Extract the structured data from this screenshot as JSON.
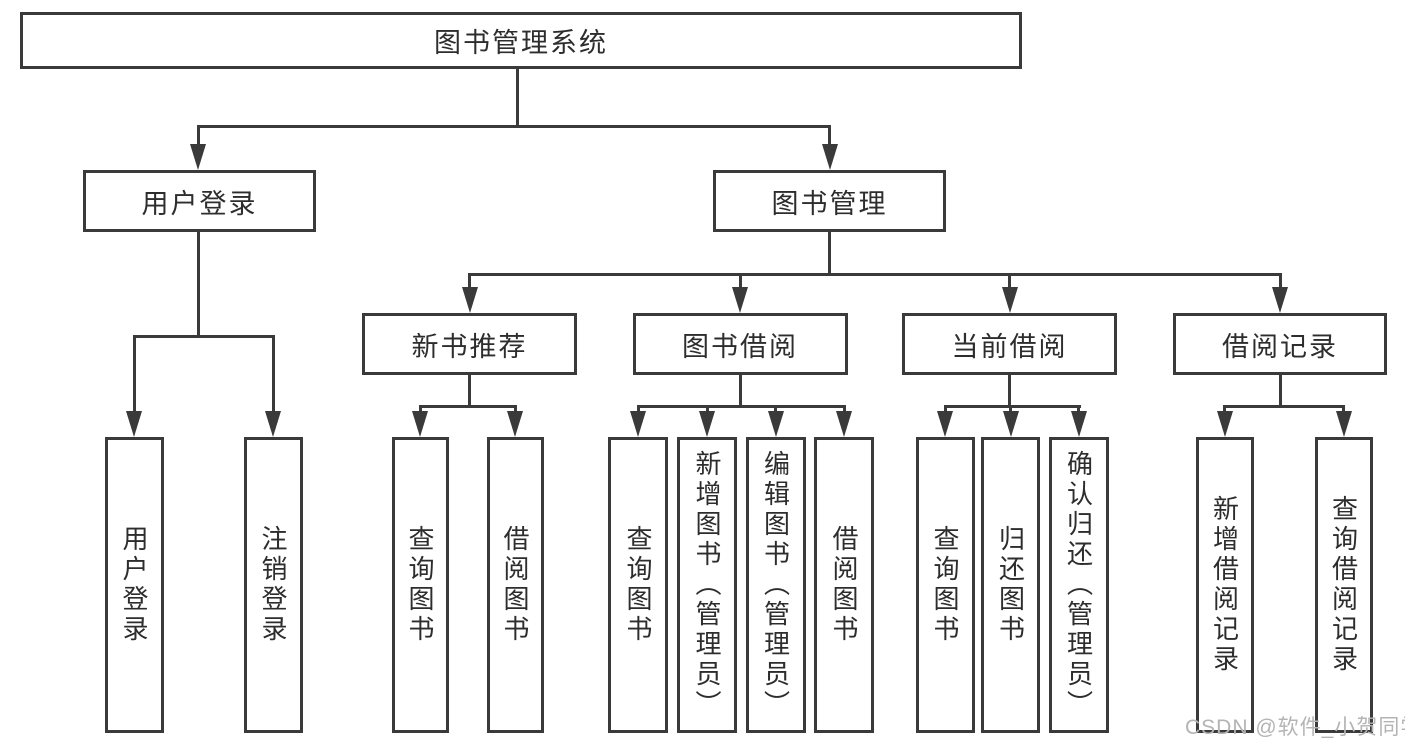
{
  "nodes": {
    "root": "图书管理系统",
    "user_login": "用户登录",
    "book_management": "图书管理",
    "new_book_recommend": "新书推荐",
    "book_borrow": "图书借阅",
    "current_borrow": "当前借阅",
    "borrow_record": "借阅记录",
    "leaf_user_login": "用户登录",
    "leaf_logout": "注销登录",
    "leaf_rec_query_book": "查询图书",
    "leaf_rec_borrow_book": "借阅图书",
    "leaf_bb_query_book": "查询图书",
    "leaf_bb_add_book": "新增图书（管理员）",
    "leaf_bb_edit_book": "编辑图书（管理员）",
    "leaf_bb_borrow_book": "借阅图书",
    "leaf_cb_query_book": "查询图书",
    "leaf_cb_return_book": "归还图书",
    "leaf_cb_confirm_return": "确认归还（管理员）",
    "leaf_br_add_record": "新增借阅记录",
    "leaf_br_query_record": "查询借阅记录"
  },
  "watermark": "CSDN @软件_小贺同学",
  "colors": {
    "line": "#3a3a3a",
    "text": "#2d2d2d",
    "watermark": "#b4b4b4",
    "background": "#ffffff"
  }
}
